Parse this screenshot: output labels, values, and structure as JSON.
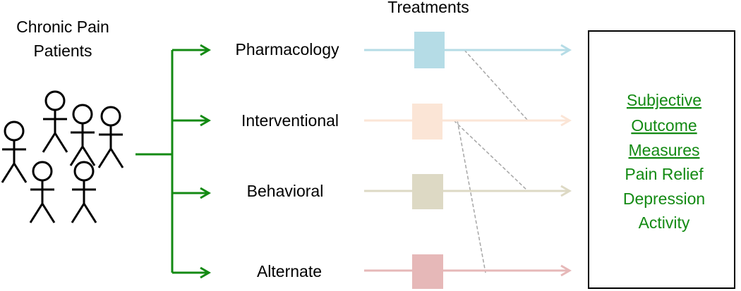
{
  "header": "Treatments",
  "patients_label": [
    "Chronic Pain",
    "Patients"
  ],
  "treatments": [
    {
      "label": "Pharmacology",
      "color": "#b5dce6"
    },
    {
      "label": "Interventional",
      "color": "#fbe5d6"
    },
    {
      "label": "Behavioral",
      "color": "#ddd9c4"
    },
    {
      "label": "Alternate",
      "color": "#e6b8b8"
    }
  ],
  "outcomes": {
    "underlined": [
      "Subjective",
      "Outcome",
      "Measures"
    ],
    "items": [
      "Pain Relief",
      "Depression",
      "Activity"
    ],
    "color": "#138a13"
  },
  "colors": {
    "branch": "#138a13",
    "dashed": "#a6a6a6",
    "box_border": "#000000"
  },
  "icons": {
    "person": "stick-figure-icon",
    "arrow": "arrow-right-icon"
  }
}
